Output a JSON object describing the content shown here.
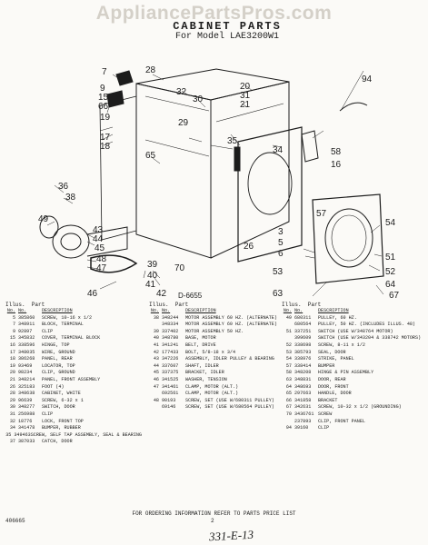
{
  "watermark": "AppliancePartsPros.com",
  "header": {
    "title": "CABINET PARTS",
    "model": "For Model LAE3200W1"
  },
  "diagram": {
    "code": "D-6655",
    "callouts": [
      "7",
      "28",
      "9",
      "15",
      "66",
      "19",
      "17",
      "18",
      "32",
      "30",
      "20",
      "31",
      "21",
      "35",
      "29",
      "34",
      "65",
      "94",
      "58",
      "16",
      "36",
      "38",
      "49",
      "43",
      "44",
      "45",
      "48",
      "47",
      "39",
      "40",
      "70",
      "41",
      "42",
      "46",
      "57",
      "26",
      "3",
      "5",
      "6",
      "54",
      "51",
      "53",
      "52",
      "63",
      "64",
      "67"
    ]
  },
  "columns": [
    {
      "heading": "Illus.  Part",
      "sub": [
        "No.",
        "No.",
        "DESCRIPTION"
      ],
      "rows": [
        [
          "5",
          "385860",
          "SCREW, 10-16 x 1/2"
        ],
        [
          "7",
          "348911",
          "BLOCK, TERMINAL"
        ],
        [
          "9",
          "92897",
          "CLIP"
        ],
        [
          "15",
          "345832",
          "COVER, TERMINAL BLOCK"
        ],
        [
          "16",
          "338596",
          "HINGE, TOP"
        ],
        [
          "17",
          "348035",
          "WIRE, GROUND"
        ],
        [
          "18",
          "386268",
          "PANEL, REAR"
        ],
        [
          "19",
          "93469",
          "LOCATOR, TOP"
        ],
        [
          "20",
          "98234",
          "CLIP, GROUND"
        ],
        [
          "21",
          "348214",
          "PANEL, FRONT ASSEMBLY"
        ],
        [
          "26",
          "325183",
          "FOOT (4)"
        ],
        [
          "28",
          "348638",
          "CABINET, WHITE"
        ],
        [
          "29",
          "96639",
          "SCREW, 6-32 x 1"
        ],
        [
          "30",
          "348277",
          "SWITCH, DOOR"
        ],
        [
          "31",
          "256988",
          "CLIP"
        ],
        [
          "32",
          "18776",
          "LOCK, FRONT TOP"
        ],
        [
          "34",
          "341478",
          "BUMPER, RUBBER"
        ],
        [
          "35",
          "349463",
          "SCREW, SELF TAP ASSEMBLY, SEAL & BEARING"
        ],
        [
          "37",
          "387033",
          "CATCH, DOOR"
        ]
      ]
    },
    {
      "heading": "Illus.  Part",
      "sub": [
        "No.",
        "No.",
        "DESCRIPTION"
      ],
      "rows": [
        [
          "38",
          "348244",
          "MOTOR ASSEMBLY 60 HZ. (ALTERNATE)"
        ],
        [
          "",
          "348334",
          "MOTOR ASSEMBLY 60 HZ. (ALTERNATE)"
        ],
        [
          "39",
          "337402",
          "MOTOR ASSEMBLY 50 HZ."
        ],
        [
          "40",
          "348780",
          "BASE, MOTOR"
        ],
        [
          "41",
          "341241",
          "BELT, DRIVE"
        ],
        [
          "42",
          "177433",
          "BOLT, 5/8-18 x 3/4"
        ],
        [
          "43",
          "347226",
          "ASSEMBLY, IDLER PULLEY & BEARING"
        ],
        [
          "44",
          "337607",
          "SHAFT, IDLER"
        ],
        [
          "45",
          "337375",
          "BRACKET, IDLER"
        ],
        [
          "46",
          "341525",
          "WASHER, TENSION"
        ],
        [
          "47",
          "341461",
          "CLAMP, MOTOR (ALT.)"
        ],
        [
          "",
          "692561",
          "CLAMP, MOTOR (ALT.)"
        ],
        [
          "48",
          "90193",
          "SCREW, SET (USE W/680311 PULLEY)"
        ],
        [
          "",
          "69146",
          "SCREW, SET (USE W/680564 PULLEY)"
        ]
      ]
    },
    {
      "heading": "Illus.  Part",
      "sub": [
        "No.",
        "No.",
        "DESCRIPTION"
      ],
      "rows": [
        [
          "49",
          "680311",
          "PULLEY, 60 HZ."
        ],
        [
          "",
          "680564",
          "PULLEY, 50 HZ. (INCLUDES ILLUS. 48)"
        ],
        [
          "51",
          "337251",
          "SWITCH (USE W/348764 MOTOR)"
        ],
        [
          "",
          "399609",
          "SWITCH (USE W/343204 & 338742 MOTORS)"
        ],
        [
          "52",
          "338698",
          "SCREW, 8-11 x 1/2"
        ],
        [
          "53",
          "385793",
          "SEAL, DOOR"
        ],
        [
          "54",
          "338976",
          "STRIKE, PANEL"
        ],
        [
          "57",
          "338414",
          "BUMPER"
        ],
        [
          "58",
          "348208",
          "HINGE & PIN ASSEMBLY"
        ],
        [
          "63",
          "348831",
          "DOOR, REAR"
        ],
        [
          "64",
          "348693",
          "DOOR, FRONT"
        ],
        [
          "65",
          "297663",
          "HANDLE, DOOR"
        ],
        [
          "66",
          "341858",
          "BRACKET"
        ],
        [
          "67",
          "342631",
          "SCREW, 10-32 x 1/2 (GROUNDING)"
        ],
        [
          "70",
          "3436761",
          "SCREW"
        ],
        [
          "",
          "237893",
          "CLIP, FRONT PANEL"
        ],
        [
          "94",
          "39160",
          "CLIP"
        ]
      ]
    }
  ],
  "footer": {
    "note": "FOR ORDERING INFORMATION REFER TO PARTS PRICE LIST",
    "page_id": "406665",
    "page_number": "2",
    "handwritten": "331-E-13"
  }
}
